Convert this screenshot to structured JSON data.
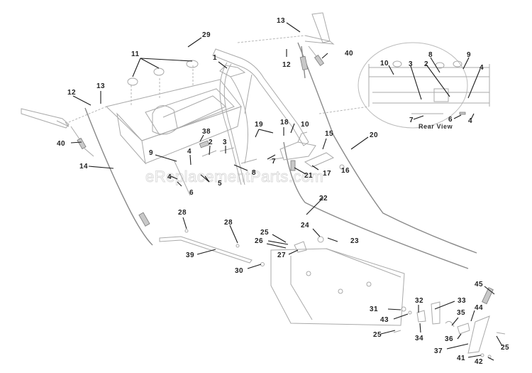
{
  "diagram": {
    "type": "exploded parts diagram",
    "watermark": "eReplacementParts.com",
    "inset_caption": "Rear View",
    "callouts": [
      "1",
      "2",
      "3",
      "4",
      "5",
      "6",
      "7",
      "8",
      "9",
      "10",
      "11",
      "12",
      "13",
      "14",
      "15",
      "16",
      "17",
      "18",
      "19",
      "20",
      "21",
      "22",
      "23",
      "24",
      "25",
      "26",
      "27",
      "28",
      "29",
      "30",
      "31",
      "32",
      "33",
      "34",
      "35",
      "36",
      "37",
      "38",
      "39",
      "40",
      "41",
      "42",
      "43",
      "44",
      "45"
    ],
    "main_labels": {
      "c11": "11",
      "c12a": "12",
      "c13a": "13",
      "c40a": "40",
      "c14": "14",
      "c29": "29",
      "c1": "1",
      "c13b": "13",
      "c12b": "12",
      "c40b": "40",
      "c38": "38",
      "c2": "2",
      "c3": "3",
      "c4a": "4",
      "c9": "9",
      "c4b": "4",
      "c6": "6",
      "c5": "5",
      "c8": "8",
      "c19": "19",
      "c18": "18",
      "c10": "10",
      "c7": "7",
      "c15": "15",
      "c21": "21",
      "c17": "17",
      "c16": "16",
      "c20": "20",
      "c22": "22",
      "c28a": "28",
      "c28b": "28",
      "c25a": "25",
      "c26": "26",
      "c27": "27",
      "c24": "24",
      "c23": "23",
      "c39": "39",
      "c30": "30",
      "c31": "31",
      "c43": "43",
      "c32": "32",
      "c33": "33",
      "c34": "34",
      "c25b": "25",
      "c35": "35",
      "c36": "36",
      "c44": "44",
      "c45": "45",
      "c37": "37",
      "c41": "41",
      "c42": "42",
      "c25c": "25"
    },
    "inset_labels": {
      "i10": "10",
      "i3": "3",
      "i2": "2",
      "i8": "8",
      "i9": "9",
      "i4a": "4",
      "i7": "7",
      "i6": "6",
      "i4b": "4"
    }
  }
}
